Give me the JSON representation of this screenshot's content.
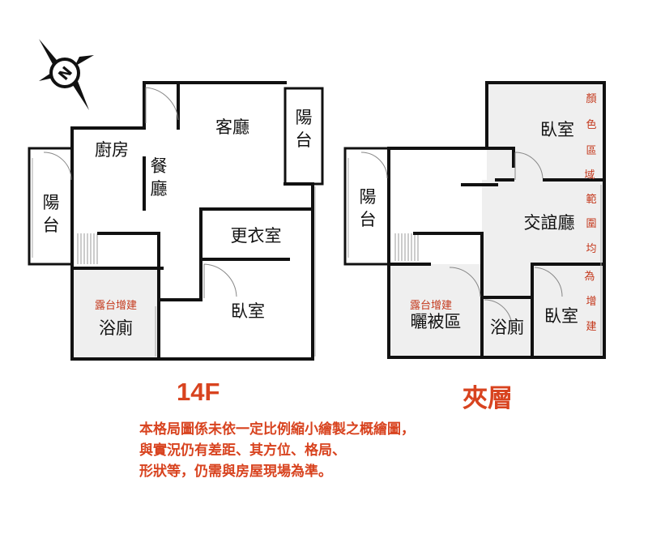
{
  "floor_14f": {
    "title": "14F",
    "rooms": {
      "balcony_west": "陽台",
      "kitchen": "廚房",
      "dining": "餐廳",
      "living": "客廳",
      "balcony_east": "陽台",
      "closet": "更衣室",
      "bathroom": "浴廁",
      "bathroom_note": "露台增建",
      "bedroom": "臥室"
    }
  },
  "floor_mezz": {
    "title": "夾層",
    "rooms": {
      "balcony": "陽台",
      "bedroom_top": "臥室",
      "lounge": "交誼廳",
      "drying": "曬被區",
      "drying_note": "露台增建",
      "bathroom": "浴廁",
      "bedroom_small": "臥室"
    },
    "side_note": "顏色區域範圍均為增建"
  },
  "disclaimer": [
    "本格局圖係未依一定比例縮小繪製之概繪圖，",
    "與實況仍有差距、其方位、格局、",
    "形狀等，仍需與房屋現場為準。"
  ],
  "compass": {
    "label": "N"
  },
  "colors": {
    "shade": "#efefef",
    "wall": "#111111",
    "accent": "#d8431f"
  }
}
